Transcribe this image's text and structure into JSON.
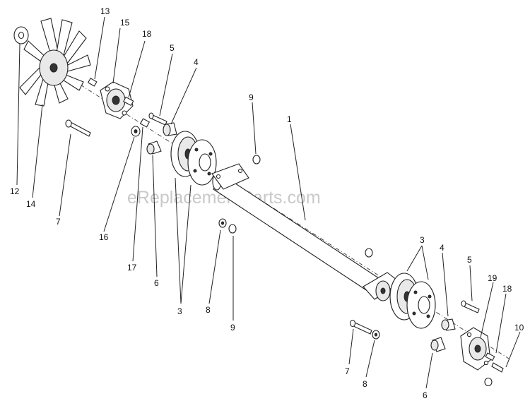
{
  "watermark": "eReplacementParts.com",
  "callouts": {
    "c13": "13",
    "c15": "15",
    "c18a": "18",
    "c5a": "5",
    "c4a": "4",
    "c9a": "9",
    "c1": "1",
    "c12": "12",
    "c14": "14",
    "c7a": "7",
    "c16": "16",
    "c17": "17",
    "c6a": "6",
    "c3a": "3",
    "c8a": "8",
    "c9b": "9",
    "c3b": "3",
    "c4b": "4",
    "c5b": "5",
    "c19": "19",
    "c18b": "18",
    "c10": "10",
    "c7b": "7",
    "c8b": "8",
    "c6b": "6"
  }
}
